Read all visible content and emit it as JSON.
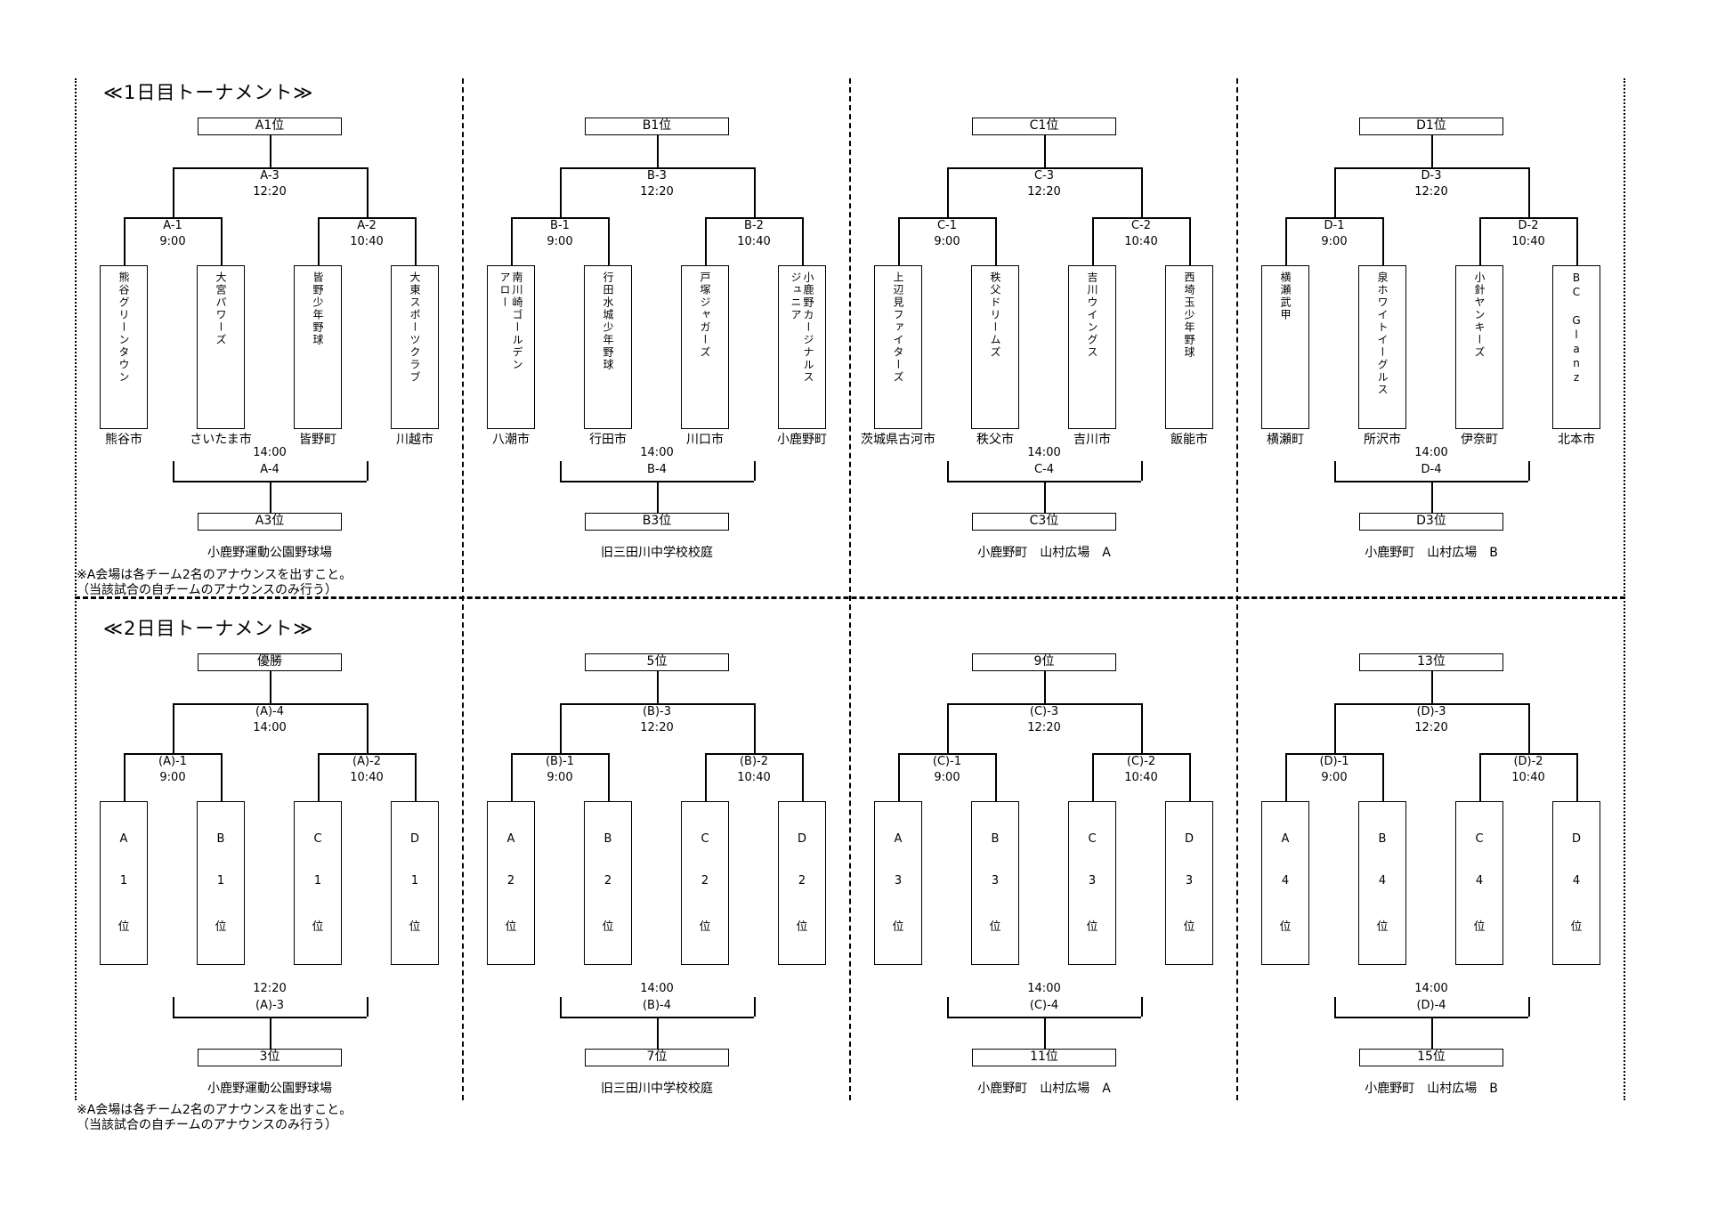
{
  "day1": {
    "heading": "≪1日目トーナメント≫",
    "notes": [
      "※A会場は各チーム2名のアナウンスを出すこと。",
      "（当該試合の自チームのアナウンスのみ行う）"
    ],
    "panels": [
      {
        "top_rank": "A1位",
        "final_match": "A-3",
        "final_time": "12:20",
        "semi_left": "A-1",
        "semi_left_time": "9:00",
        "semi_right": "A-2",
        "semi_right_time": "10:40",
        "teams": [
          {
            "cols": [
              "熊谷グリーンタウン"
            ],
            "city": "熊谷市"
          },
          {
            "cols": [
              "大宮パワーズ"
            ],
            "city": "さいたま市"
          },
          {
            "cols": [
              "皆野少年野球"
            ],
            "city": "皆野町"
          },
          {
            "cols": [
              "大東スポーツクラブ"
            ],
            "city": "川越市"
          }
        ],
        "third_time": "14:00",
        "third_match": "A-4",
        "third_rank": "A3位",
        "venue": "小鹿野運動公園野球場"
      },
      {
        "top_rank": "B1位",
        "final_match": "B-3",
        "final_time": "12:20",
        "semi_left": "B-1",
        "semi_left_time": "9:00",
        "semi_right": "B-2",
        "semi_right_time": "10:40",
        "teams": [
          {
            "cols": [
              "南川崎ゴールデン",
              "アロー"
            ],
            "city": "八潮市"
          },
          {
            "cols": [
              "行田水城少年野球"
            ],
            "city": "行田市"
          },
          {
            "cols": [
              "戸塚ジャガーズ"
            ],
            "city": "川口市"
          },
          {
            "cols": [
              "小鹿野カージナルス",
              "ジュニア"
            ],
            "city": "小鹿野町"
          }
        ],
        "third_time": "14:00",
        "third_match": "B-4",
        "third_rank": "B3位",
        "venue": "旧三田川中学校校庭"
      },
      {
        "top_rank": "C1位",
        "final_match": "C-3",
        "final_time": "12:20",
        "semi_left": "C-1",
        "semi_left_time": "9:00",
        "semi_right": "C-2",
        "semi_right_time": "10:40",
        "teams": [
          {
            "cols": [
              "上辺見ファイターズ"
            ],
            "city": "茨城県古河市"
          },
          {
            "cols": [
              "秩父ドリームズ"
            ],
            "city": "秩父市"
          },
          {
            "cols": [
              "吉川ウイングス"
            ],
            "city": "吉川市"
          },
          {
            "cols": [
              "西埼玉少年野球"
            ],
            "city": "飯能市"
          }
        ],
        "third_time": "14:00",
        "third_match": "C-4",
        "third_rank": "C3位",
        "venue": "小鹿野町　山村広場　A"
      },
      {
        "top_rank": "D1位",
        "final_match": "D-3",
        "final_time": "12:20",
        "semi_left": "D-1",
        "semi_left_time": "9:00",
        "semi_right": "D-2",
        "semi_right_time": "10:40",
        "teams": [
          {
            "cols": [
              "横瀬武甲"
            ],
            "city": "横瀬町"
          },
          {
            "cols": [
              "泉ホワイトイーグルス"
            ],
            "city": "所沢市"
          },
          {
            "cols": [
              "小針ヤンキーズ"
            ],
            "city": "伊奈町"
          },
          {
            "cols": [
              "BC Glanz"
            ],
            "city": "北本市"
          }
        ],
        "third_time": "14:00",
        "third_match": "D-4",
        "third_rank": "D3位",
        "venue": "小鹿野町　山村広場　B"
      }
    ]
  },
  "day2": {
    "heading": "≪2日目トーナメント≫",
    "notes": [
      "※A会場は各チーム2名のアナウンスを出すこと。",
      "（当該試合の自チームのアナウンスのみ行う）"
    ],
    "panels": [
      {
        "top_rank": "優勝",
        "final_match": "(A)-4",
        "final_time": "14:00",
        "semi_left": "(A)-1",
        "semi_left_time": "9:00",
        "semi_right": "(A)-2",
        "semi_right_time": "10:40",
        "seeds": [
          [
            "A",
            "1",
            "位"
          ],
          [
            "B",
            "1",
            "位"
          ],
          [
            "C",
            "1",
            "位"
          ],
          [
            "D",
            "1",
            "位"
          ]
        ],
        "third_time": "12:20",
        "third_match": "(A)-3",
        "third_rank": "3位",
        "venue": "小鹿野運動公園野球場"
      },
      {
        "top_rank": "5位",
        "final_match": "(B)-3",
        "final_time": "12:20",
        "semi_left": "(B)-1",
        "semi_left_time": "9:00",
        "semi_right": "(B)-2",
        "semi_right_time": "10:40",
        "seeds": [
          [
            "A",
            "2",
            "位"
          ],
          [
            "B",
            "2",
            "位"
          ],
          [
            "C",
            "2",
            "位"
          ],
          [
            "D",
            "2",
            "位"
          ]
        ],
        "third_time": "14:00",
        "third_match": "(B)-4",
        "third_rank": "7位",
        "venue": "旧三田川中学校校庭"
      },
      {
        "top_rank": "9位",
        "final_match": "(C)-3",
        "final_time": "12:20",
        "semi_left": "(C)-1",
        "semi_left_time": "9:00",
        "semi_right": "(C)-2",
        "semi_right_time": "10:40",
        "seeds": [
          [
            "A",
            "3",
            "位"
          ],
          [
            "B",
            "3",
            "位"
          ],
          [
            "C",
            "3",
            "位"
          ],
          [
            "D",
            "3",
            "位"
          ]
        ],
        "third_time": "14:00",
        "third_match": "(C)-4",
        "third_rank": "11位",
        "venue": "小鹿野町　山村広場　A"
      },
      {
        "top_rank": "13位",
        "final_match": "(D)-3",
        "final_time": "12:20",
        "semi_left": "(D)-1",
        "semi_left_time": "9:00",
        "semi_right": "(D)-2",
        "semi_right_time": "10:40",
        "seeds": [
          [
            "A",
            "4",
            "位"
          ],
          [
            "B",
            "4",
            "位"
          ],
          [
            "C",
            "4",
            "位"
          ],
          [
            "D",
            "4",
            "位"
          ]
        ],
        "third_time": "14:00",
        "third_match": "(D)-4",
        "third_rank": "15位",
        "venue": "小鹿野町　山村広場　B"
      }
    ]
  }
}
